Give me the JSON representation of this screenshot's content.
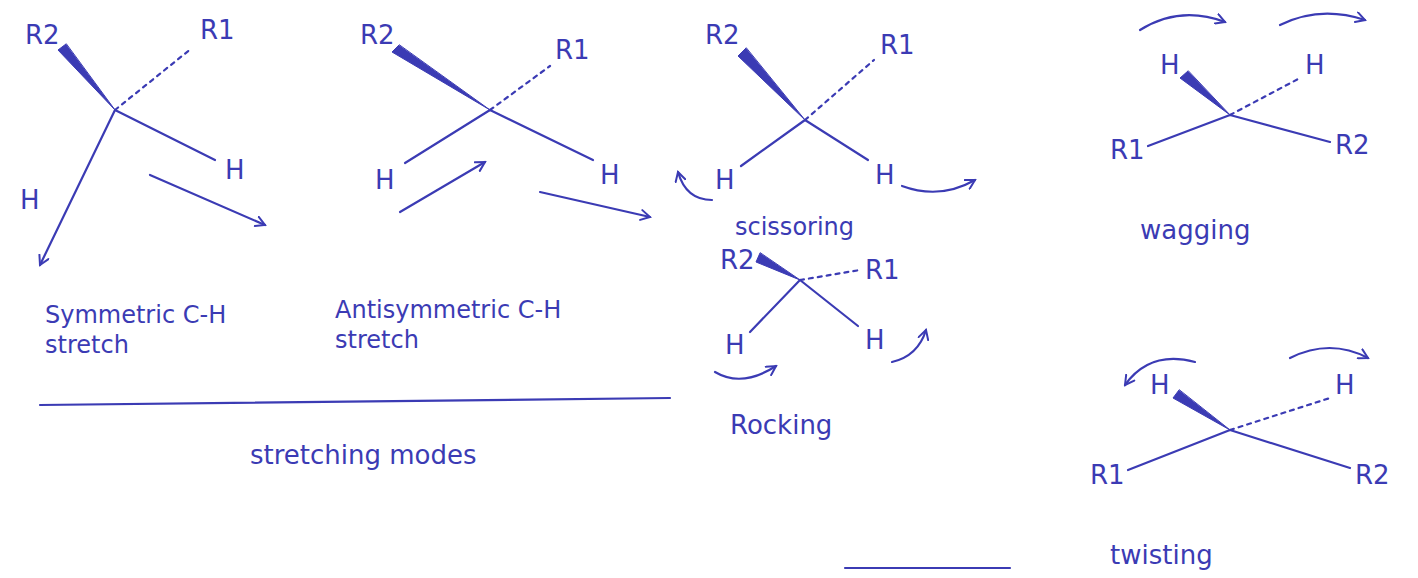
{
  "diagram": {
    "labels": [
      "R2",
      "R1",
      "H",
      "H",
      "Symmetric C-H stretch",
      "R2",
      "R1",
      "H",
      "H",
      "Antisymmetric C-H stretch",
      "stretching modes",
      "R2",
      "R1",
      "H",
      "H",
      "scissoring",
      "R2",
      "R1",
      "H",
      "H",
      "Rocking",
      "H",
      "H",
      "R1",
      "R2",
      "wagging",
      "H",
      "H",
      "R1",
      "R2",
      "twisting"
    ]
  }
}
